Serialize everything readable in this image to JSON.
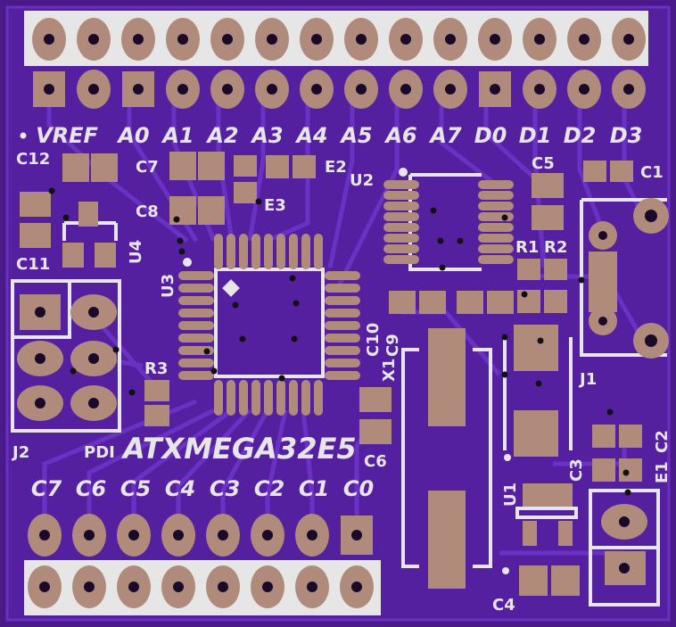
{
  "colors": {
    "board": "#4a1a8a",
    "mask": "#5a23a8",
    "trace": "#6a30c0",
    "copper": "#b08a7a",
    "silk": "#e6e6e6",
    "hole": "#1a0a2a"
  },
  "top_header": {
    "labels": [
      "VREF",
      "A0",
      "A1",
      "A2",
      "A3",
      "A4",
      "A5",
      "A6",
      "A7",
      "D0",
      "D1",
      "D2",
      "D3"
    ]
  },
  "bottom_header": {
    "labels": [
      "C7",
      "C6",
      "C5",
      "C4",
      "C3",
      "C2",
      "C1",
      "C0"
    ]
  },
  "board_title": "ATXMEGA32E5",
  "refdes": {
    "c12": "C12",
    "c11": "C11",
    "c7": "C7",
    "c8": "C8",
    "e2": "E2",
    "e3": "E3",
    "u2": "U2",
    "c5": "C5",
    "c1": "C1",
    "u4": "U4",
    "u3": "U3",
    "r1": "R1",
    "r2": "R2",
    "c10": "C10",
    "c9": "C9",
    "x1": "X1",
    "r3": "R3",
    "j1": "J1",
    "j2": "J2",
    "pdi": "PDI",
    "c6": "C6",
    "c3": "C3",
    "c2": "C2",
    "e1": "E1",
    "u1": "U1",
    "c4": "C4"
  }
}
